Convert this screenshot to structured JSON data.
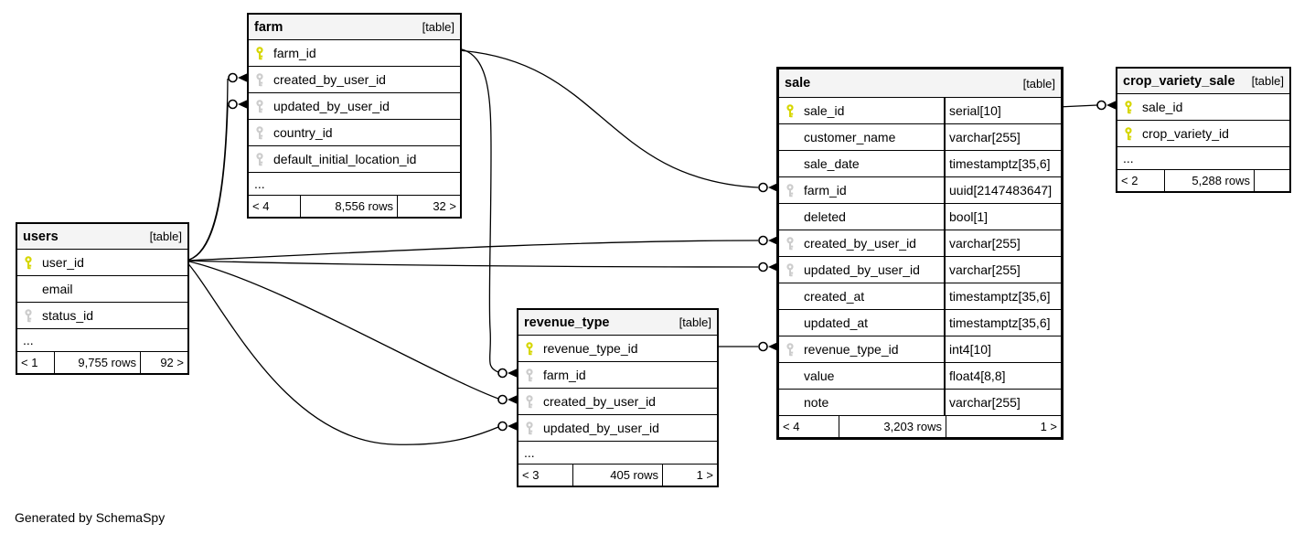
{
  "diagram": {
    "generator_note": "Generated by SchemaSpy",
    "colors": {
      "pk_key": "#d6d600",
      "fk_key": "#cccccc",
      "header_bg": "#f4f4f4",
      "border": "#000000",
      "line": "#000000"
    },
    "tables": [
      {
        "id": "farm",
        "name": "farm",
        "badge": "[table]",
        "columns": [
          {
            "name": "farm_id",
            "key": "pk"
          },
          {
            "name": "created_by_user_id",
            "key": "fk"
          },
          {
            "name": "updated_by_user_id",
            "key": "fk"
          },
          {
            "name": "country_id",
            "key": "fk"
          },
          {
            "name": "default_initial_location_id",
            "key": "fk"
          },
          {
            "name": "...",
            "ellipsis": true
          }
        ],
        "footer": {
          "parents": "< 4",
          "rows": "8,556 rows",
          "children": "32 >"
        }
      },
      {
        "id": "users",
        "name": "users",
        "badge": "[table]",
        "columns": [
          {
            "name": "user_id",
            "key": "pk"
          },
          {
            "name": "email"
          },
          {
            "name": "status_id",
            "key": "fk"
          },
          {
            "name": "...",
            "ellipsis": true
          }
        ],
        "footer": {
          "parents": "< 1",
          "rows": "9,755 rows",
          "children": "92 >"
        }
      },
      {
        "id": "revenue_type",
        "name": "revenue_type",
        "badge": "[table]",
        "columns": [
          {
            "name": "revenue_type_id",
            "key": "pk"
          },
          {
            "name": "farm_id",
            "key": "fk"
          },
          {
            "name": "created_by_user_id",
            "key": "fk"
          },
          {
            "name": "updated_by_user_id",
            "key": "fk"
          },
          {
            "name": "...",
            "ellipsis": true
          }
        ],
        "footer": {
          "parents": "< 3",
          "rows": "405 rows",
          "children": "1 >"
        }
      },
      {
        "id": "sale",
        "name": "sale",
        "badge": "[table]",
        "columns": [
          {
            "name": "sale_id",
            "key": "pk",
            "type": "serial[10]"
          },
          {
            "name": "customer_name",
            "type": "varchar[255]"
          },
          {
            "name": "sale_date",
            "type": "timestamptz[35,6]"
          },
          {
            "name": "farm_id",
            "key": "fk",
            "type": "uuid[2147483647]"
          },
          {
            "name": "deleted",
            "type": "bool[1]"
          },
          {
            "name": "created_by_user_id",
            "key": "fk",
            "type": "varchar[255]"
          },
          {
            "name": "updated_by_user_id",
            "key": "fk",
            "type": "varchar[255]"
          },
          {
            "name": "created_at",
            "type": "timestamptz[35,6]"
          },
          {
            "name": "updated_at",
            "type": "timestamptz[35,6]"
          },
          {
            "name": "revenue_type_id",
            "key": "fk",
            "type": "int4[10]"
          },
          {
            "name": "value",
            "type": "float4[8,8]"
          },
          {
            "name": "note",
            "type": "varchar[255]"
          }
        ],
        "footer": {
          "parents": "< 4",
          "rows": "3,203 rows",
          "children": "1 >"
        }
      },
      {
        "id": "crop_variety_sale",
        "name": "crop_variety_sale",
        "badge": "[table]",
        "columns": [
          {
            "name": "sale_id",
            "key": "pk"
          },
          {
            "name": "crop_variety_id",
            "key": "pk"
          },
          {
            "name": "...",
            "ellipsis": true
          }
        ],
        "footer": {
          "parents": "< 2",
          "rows": "5,288 rows",
          "children": ""
        }
      }
    ],
    "relations": [
      {
        "from": "users.user_id",
        "to": "farm.created_by_user_id"
      },
      {
        "from": "users.user_id",
        "to": "farm.updated_by_user_id"
      },
      {
        "from": "users.user_id",
        "to": "sale.created_by_user_id"
      },
      {
        "from": "users.user_id",
        "to": "sale.updated_by_user_id"
      },
      {
        "from": "users.user_id",
        "to": "revenue_type.created_by_user_id"
      },
      {
        "from": "users.user_id",
        "to": "revenue_type.updated_by_user_id"
      },
      {
        "from": "farm.farm_id",
        "to": "sale.farm_id"
      },
      {
        "from": "farm.farm_id",
        "to": "revenue_type.farm_id"
      },
      {
        "from": "revenue_type.revenue_type_id",
        "to": "sale.revenue_type_id"
      },
      {
        "from": "sale.sale_id",
        "to": "crop_variety_sale.sale_id"
      }
    ]
  }
}
